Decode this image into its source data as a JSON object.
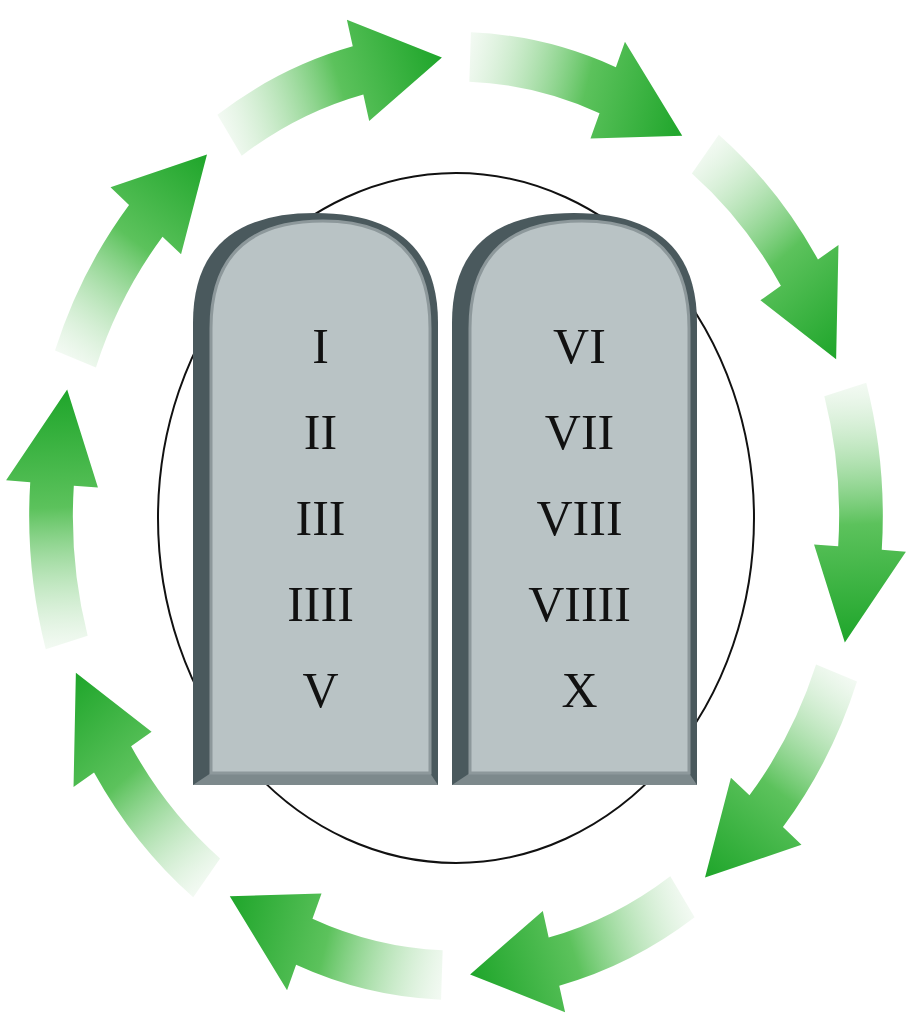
{
  "diagram": {
    "nodes": [
      {
        "text": [
          "I",
          "II",
          "III",
          "IIII",
          "V"
        ]
      },
      {
        "text": [
          "VI",
          "VII",
          "VIII",
          "VIIII",
          "X"
        ]
      }
    ]
  }
}
